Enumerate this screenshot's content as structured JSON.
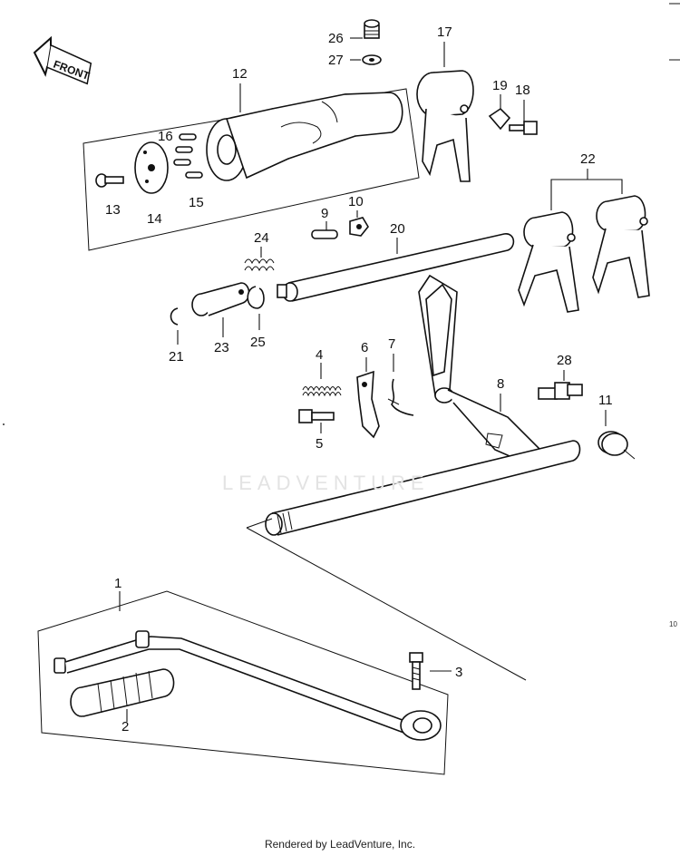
{
  "diagram": {
    "front_label": "FRONT",
    "labels": {
      "p1": "1",
      "p2": "2",
      "p3": "3",
      "p4": "4",
      "p5": "5",
      "p6": "6",
      "p7": "7",
      "p8": "8",
      "p9": "9",
      "p10": "10",
      "p11": "11",
      "p12": "12",
      "p13": "13",
      "p14": "14",
      "p15": "15",
      "p16": "16",
      "p17": "17",
      "p18": "18",
      "p19": "19",
      "p20": "20",
      "p21": "21",
      "p22": "22",
      "p23": "23",
      "p24": "24",
      "p25": "25",
      "p26": "26",
      "p27": "27",
      "p28": "28"
    },
    "watermark": "LEADVENTURE",
    "side_note": "10",
    "footer": "Rendered by LeadVenture, Inc."
  }
}
